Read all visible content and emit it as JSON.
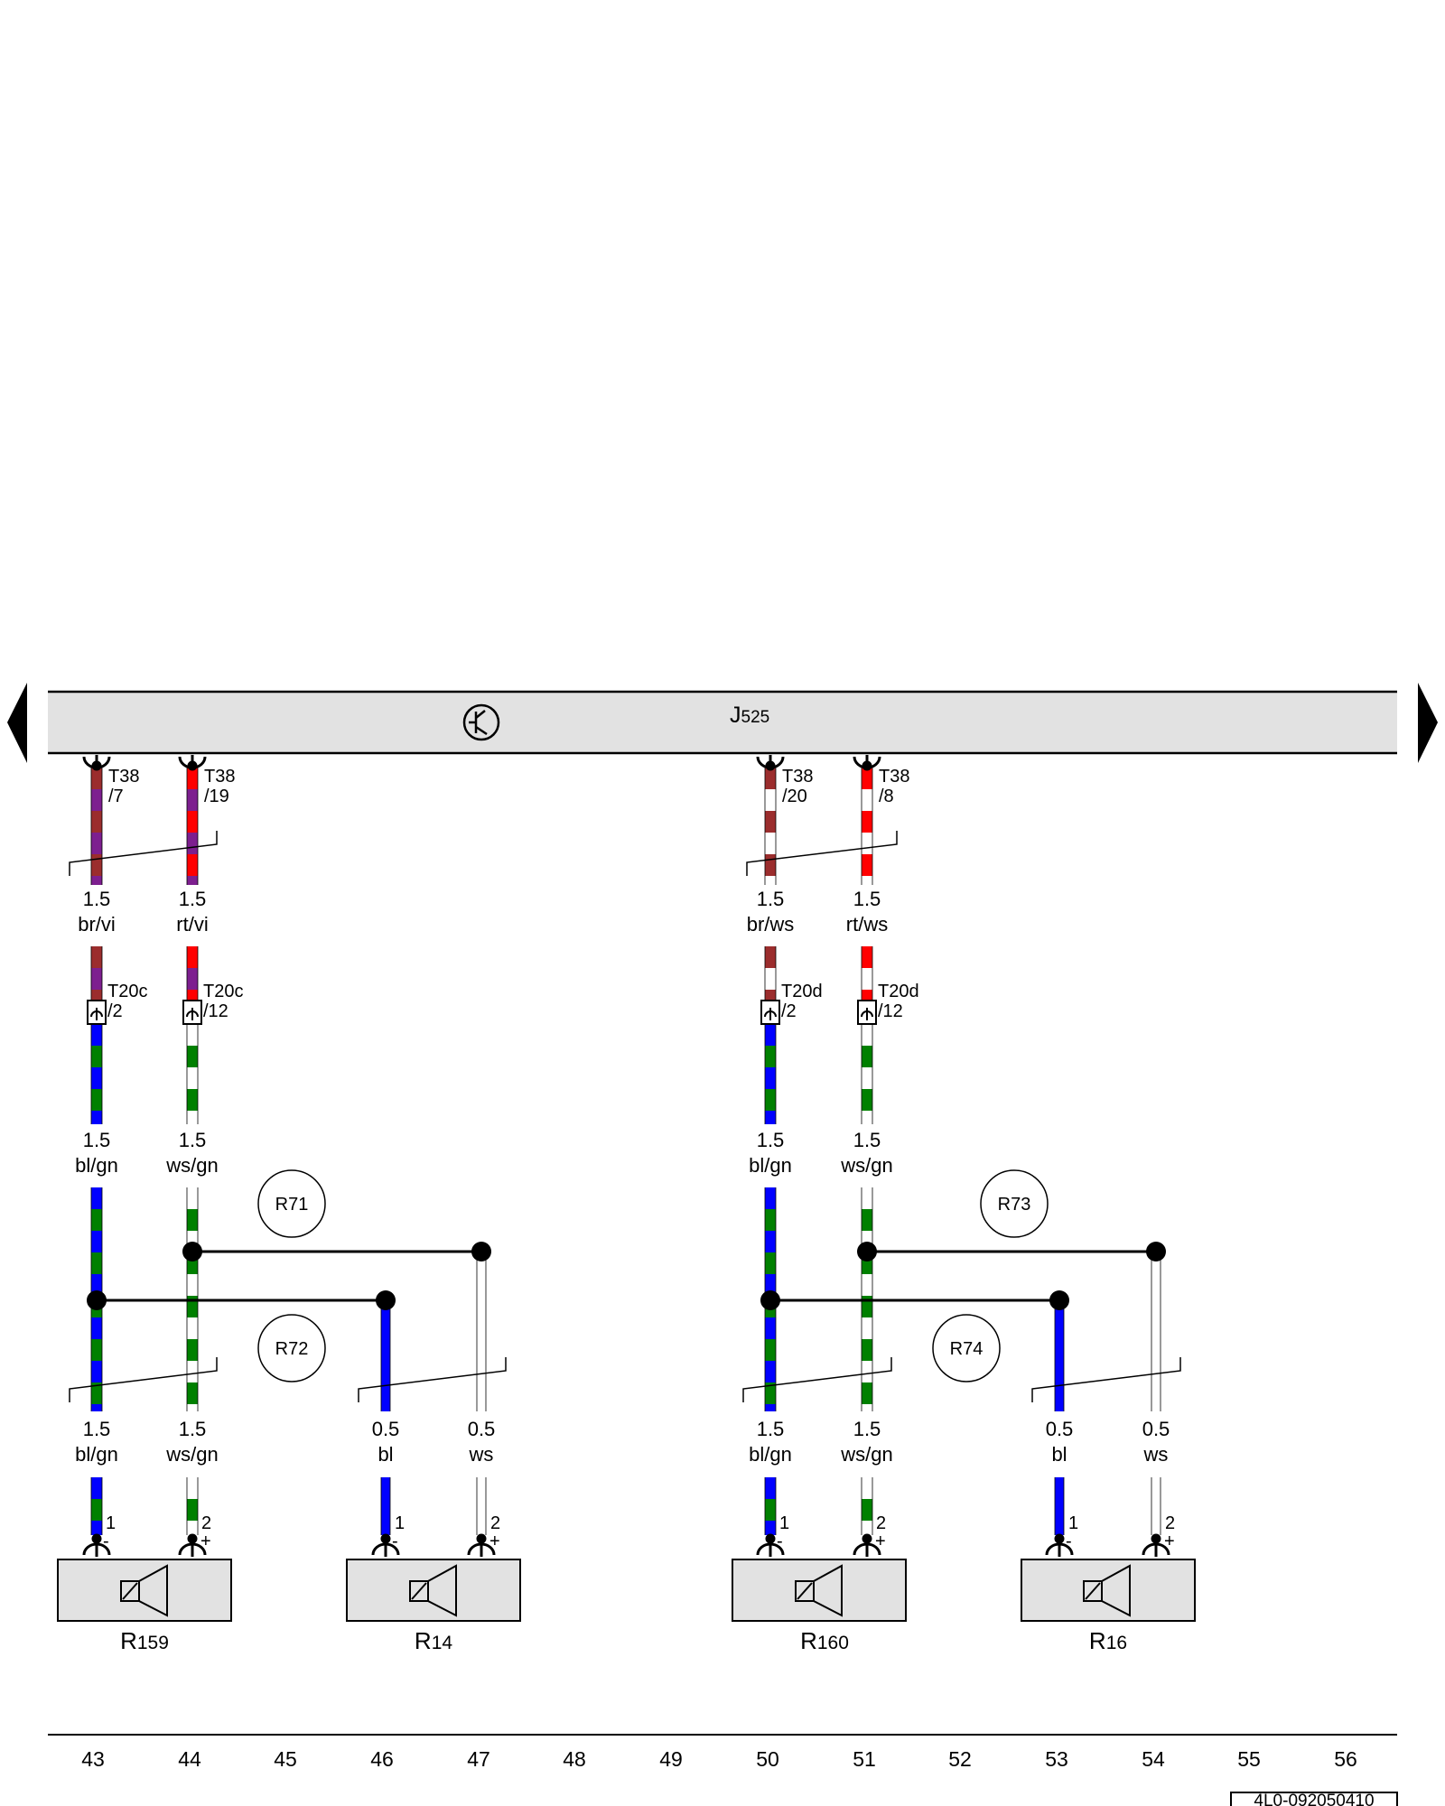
{
  "control_unit": {
    "label": "J",
    "sub": "525"
  },
  "wires": [
    {
      "id": "w43a",
      "size": "1.5",
      "color_code": "br/vi",
      "c1": "#9b2d2d",
      "c2": "#7d1f8f"
    },
    {
      "id": "w44a",
      "size": "1.5",
      "color_code": "rt/vi",
      "c1": "#ff0000",
      "c2": "#7d1f8f"
    },
    {
      "id": "w50a",
      "size": "1.5",
      "color_code": "br/ws",
      "c1": "#9b2d2d",
      "c2": "#ffffff"
    },
    {
      "id": "w51a",
      "size": "1.5",
      "color_code": "rt/ws",
      "c1": "#ff0000",
      "c2": "#ffffff"
    },
    {
      "id": "w43b",
      "size": "1.5",
      "color_code": "bl/gn",
      "c1": "#0000ff",
      "c2": "#008000"
    },
    {
      "id": "w44b",
      "size": "1.5",
      "color_code": "ws/gn",
      "c1": "#ffffff",
      "c2": "#008000"
    },
    {
      "id": "w50b",
      "size": "1.5",
      "color_code": "bl/gn",
      "c1": "#0000ff",
      "c2": "#008000"
    },
    {
      "id": "w51b",
      "size": "1.5",
      "color_code": "ws/gn",
      "c1": "#ffffff",
      "c2": "#008000"
    },
    {
      "id": "w43c",
      "size": "1.5",
      "color_code": "bl/gn",
      "c1": "#0000ff",
      "c2": "#008000"
    },
    {
      "id": "w44c",
      "size": "1.5",
      "color_code": "ws/gn",
      "c1": "#ffffff",
      "c2": "#008000"
    },
    {
      "id": "w46c",
      "size": "0.5",
      "color_code": "bl",
      "c1": "#0000ff",
      "c2": "#0000ff"
    },
    {
      "id": "w47c",
      "size": "0.5",
      "color_code": "ws",
      "c1": "#ffffff",
      "c2": "#ffffff"
    },
    {
      "id": "w50c",
      "size": "1.5",
      "color_code": "bl/gn",
      "c1": "#0000ff",
      "c2": "#008000"
    },
    {
      "id": "w51c",
      "size": "1.5",
      "color_code": "ws/gn",
      "c1": "#ffffff",
      "c2": "#008000"
    },
    {
      "id": "w53c",
      "size": "0.5",
      "color_code": "bl",
      "c1": "#0000ff",
      "c2": "#0000ff"
    },
    {
      "id": "w54c",
      "size": "0.5",
      "color_code": "ws",
      "c1": "#ffffff",
      "c2": "#ffffff"
    }
  ],
  "connectors_top": [
    {
      "name": "T38",
      "pin": "/7"
    },
    {
      "name": "T38",
      "pin": "/19"
    },
    {
      "name": "T38",
      "pin": "/20"
    },
    {
      "name": "T38",
      "pin": "/8"
    }
  ],
  "connectors_mid": [
    {
      "name": "T20c",
      "pin": "/2"
    },
    {
      "name": "T20c",
      "pin": "/12"
    },
    {
      "name": "T20d",
      "pin": "/2"
    },
    {
      "name": "T20d",
      "pin": "/12"
    }
  ],
  "connections": [
    "R71",
    "R72",
    "R73",
    "R74"
  ],
  "speakers": [
    {
      "label": "R",
      "sub": "159",
      "pins": [
        {
          "num": "1",
          "sign": "-"
        },
        {
          "num": "2",
          "sign": "+"
        }
      ]
    },
    {
      "label": "R",
      "sub": "14",
      "pins": [
        {
          "num": "1",
          "sign": "-"
        },
        {
          "num": "2",
          "sign": "+"
        }
      ]
    },
    {
      "label": "R",
      "sub": "160",
      "pins": [
        {
          "num": "1",
          "sign": "-"
        },
        {
          "num": "2",
          "sign": "+"
        }
      ]
    },
    {
      "label": "R",
      "sub": "16",
      "pins": [
        {
          "num": "1",
          "sign": "-"
        },
        {
          "num": "2",
          "sign": "+"
        }
      ]
    }
  ],
  "track_numbers": [
    "43",
    "44",
    "45",
    "46",
    "47",
    "48",
    "49",
    "50",
    "51",
    "52",
    "53",
    "54",
    "55",
    "56"
  ],
  "document_id": "4L0-092050410",
  "colors": {
    "housing_fill": "#e2e2e2",
    "line": "#000000"
  }
}
